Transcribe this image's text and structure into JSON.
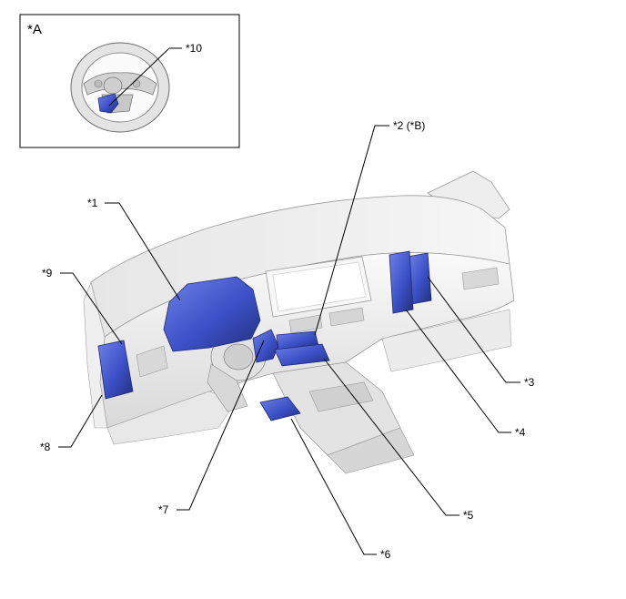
{
  "inset": {
    "label": "*A",
    "callout": "*10"
  },
  "callouts": {
    "c1": "*1",
    "c2": "*2 (*B)",
    "c3": "*3",
    "c4": "*4",
    "c5": "*5",
    "c6": "*6",
    "c7": "*7",
    "c8": "*8",
    "c9": "*9"
  },
  "colors": {
    "highlight": "#3c50c8",
    "highlight_dark": "#22307a",
    "dash_light": "#f3f3f3",
    "dash_mid": "#dcdcdc",
    "dash_dark": "#b8b8b8",
    "line": "#000000"
  }
}
